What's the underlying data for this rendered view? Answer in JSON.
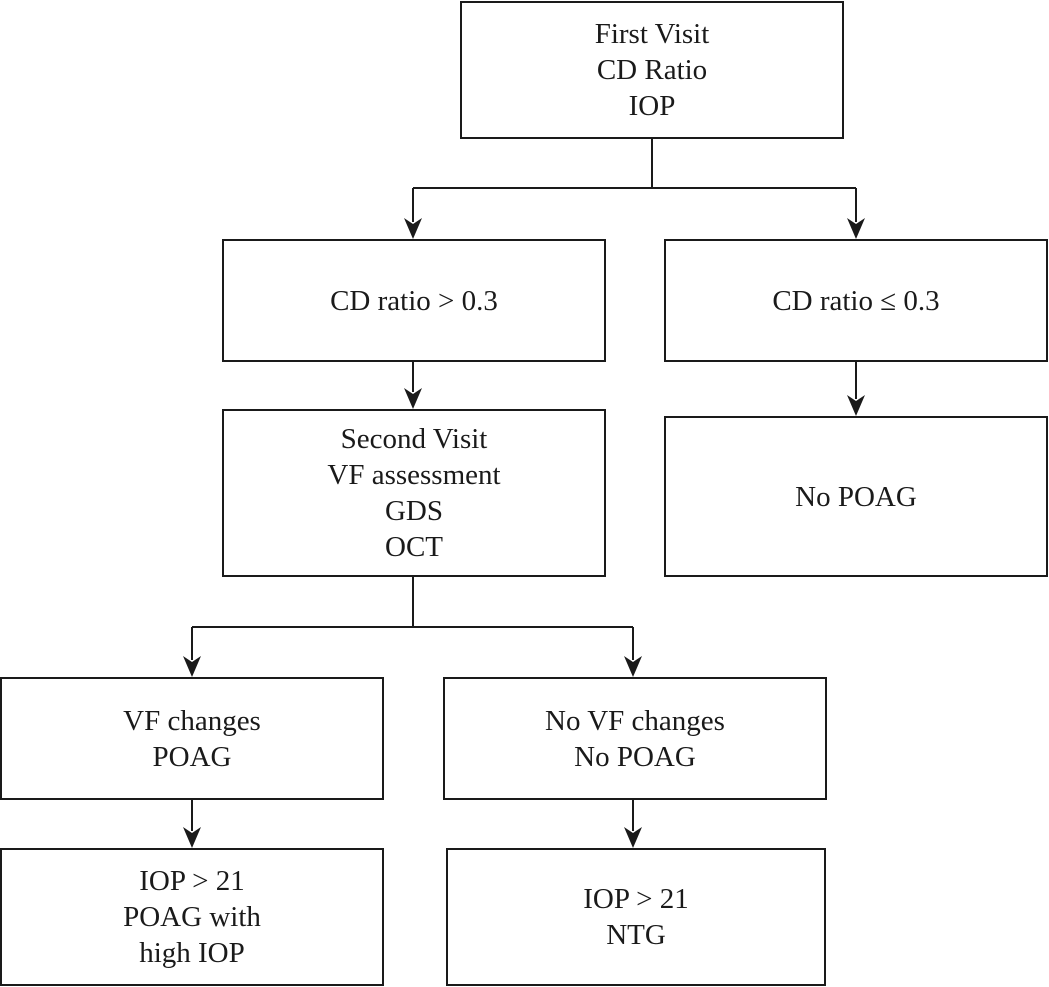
{
  "nodes": {
    "first_visit": {
      "lines": [
        "First Visit",
        "CD Ratio",
        "IOP"
      ]
    },
    "cd_high": {
      "lines": [
        "CD ratio > 0.3"
      ]
    },
    "cd_low": {
      "lines": [
        "CD ratio ≤ 0.3"
      ]
    },
    "second_visit": {
      "lines": [
        "Second Visit",
        "VF assessment",
        "GDS",
        "OCT"
      ]
    },
    "no_poag": {
      "lines": [
        "No POAG"
      ]
    },
    "vf_changes": {
      "lines": [
        "VF changes",
        "POAG"
      ]
    },
    "no_vf_changes": {
      "lines": [
        "No VF changes",
        "No POAG"
      ]
    },
    "poag_high_iop": {
      "lines": [
        "IOP > 21",
        "POAG with",
        "high IOP"
      ]
    },
    "ntg": {
      "lines": [
        "IOP > 21",
        "NTG"
      ]
    }
  },
  "colors": {
    "stroke": "#1a1a1a",
    "background": "#ffffff"
  }
}
